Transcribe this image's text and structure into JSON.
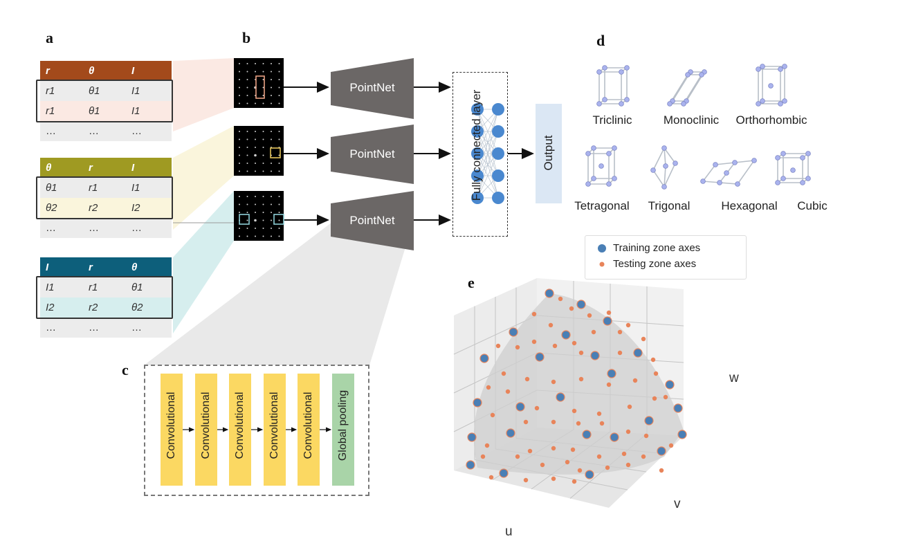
{
  "panels": {
    "a": "a",
    "b": "b",
    "c": "c",
    "d": "d",
    "e": "e"
  },
  "colors": {
    "brown": "#a34a1b",
    "olive": "#9f9a22",
    "teal": "#0d5f7b",
    "brown_tint": "#fbe9e3",
    "olive_tint": "#faf5dc",
    "teal_tint": "#d6eeee",
    "gray_row": "#ececec",
    "pointnet": "#6b6766",
    "node_blue": "#4a88cf",
    "conv_yellow": "#fbd862",
    "pool_green": "#a9d4a8",
    "training": "#4a7fb5",
    "testing": "#e8845a"
  },
  "tables": [
    {
      "headers": [
        "r",
        "θ",
        "I"
      ],
      "rows": [
        [
          "r1",
          "θ1",
          "I1"
        ],
        [
          "r1",
          "θ1",
          "I1"
        ],
        [
          "…",
          "…",
          "…"
        ]
      ]
    },
    {
      "headers": [
        "θ",
        "r",
        "I"
      ],
      "rows": [
        [
          "θ1",
          "r1",
          "I1"
        ],
        [
          "θ2",
          "r2",
          "I2"
        ],
        [
          "…",
          "…",
          "…"
        ]
      ]
    },
    {
      "headers": [
        "I",
        "r",
        "θ"
      ],
      "rows": [
        [
          "I1",
          "r1",
          "θ1"
        ],
        [
          "I2",
          "r2",
          "θ2"
        ],
        [
          "…",
          "…",
          "…"
        ]
      ]
    }
  ],
  "pointnet_label": "PointNet",
  "fc_label": "Fully connected layer",
  "output_label": "Output",
  "crystal_systems": [
    "Triclinic",
    "Monoclinic",
    "Orthorhombic",
    "Tetragonal",
    "Trigonal",
    "Hexagonal",
    "Cubic"
  ],
  "cnn_blocks": [
    "Convolutional",
    "Convolutional",
    "Convolutional",
    "Convolutional",
    "Convolutional",
    "Global pooling"
  ],
  "legend": {
    "training": "Training zone axes",
    "testing": "Testing zone axes"
  },
  "axes3d": {
    "u": "u",
    "v": "v",
    "w": "w"
  }
}
